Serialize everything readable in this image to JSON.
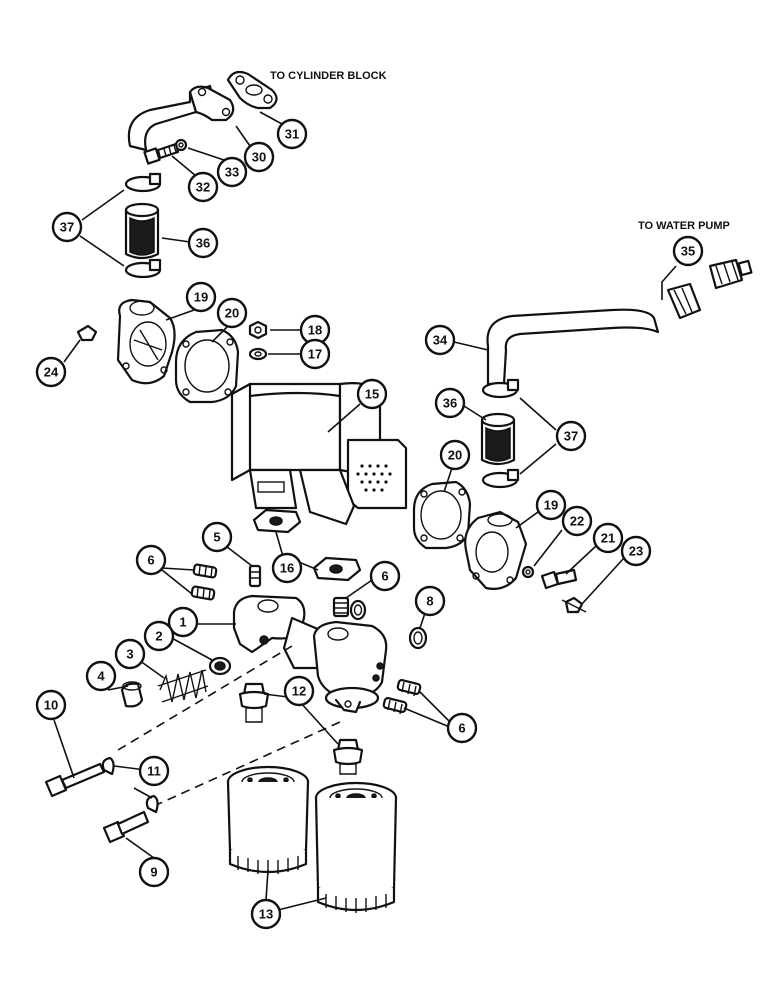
{
  "labels": {
    "to_cylinder_block": "TO CYLINDER BLOCK",
    "to_water_pump": "TO WATER PUMP"
  },
  "callouts": [
    "1",
    "2",
    "3",
    "4",
    "5",
    "6",
    "8",
    "9",
    "10",
    "11",
    "12",
    "13",
    "15",
    "16",
    "17",
    "18",
    "19",
    "20",
    "21",
    "22",
    "23",
    "24",
    "30",
    "31",
    "32",
    "33",
    "34",
    "35",
    "36",
    "37"
  ]
}
